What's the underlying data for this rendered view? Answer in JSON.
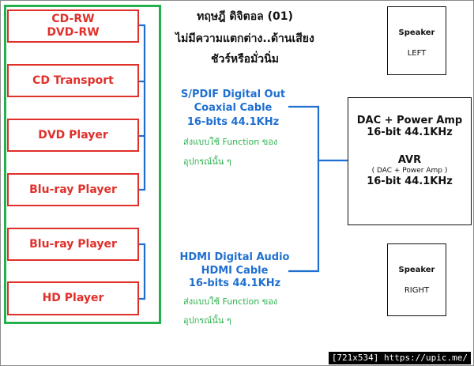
{
  "title": {
    "line1": "ทฤษฎี ดิจิตอล (01)",
    "line2": "ไม่มีความแตกต่าง..ด้านเสียง",
    "line3": "ชัวร์หรือมั่วนิ่ม"
  },
  "sources": [
    {
      "label": "CD-RW\nDVD-RW"
    },
    {
      "label": "CD Transport"
    },
    {
      "label": "DVD Player"
    },
    {
      "label": "Blu-ray Player"
    },
    {
      "label": "Blu-ray Player"
    },
    {
      "label": "HD Player"
    }
  ],
  "spdif": {
    "line1": "S/PDIF Digital Out",
    "line2": "Coaxial Cable",
    "line3": "16-bits 44.1KHz",
    "note1": "ส่งแบบใช้   Function ของ",
    "note2": "อุปกรณ์นั้น  ๆ"
  },
  "hdmi": {
    "line1": "HDMI Digital Audio",
    "line2": "HDMI Cable",
    "line3": "16-bits 44.1KHz",
    "note1": "ส่งแบบใช้   Function ของ",
    "note2": "อุปกรณ์นั้น  ๆ"
  },
  "speaker_left": {
    "label": "Speaker",
    "side": "LEFT"
  },
  "speaker_right": {
    "label": "Speaker",
    "side": "RIGHT"
  },
  "amp": {
    "dac_line1": "DAC + Power Amp",
    "dac_line2": "16-bit 44.1KHz",
    "avr_line1": "AVR",
    "avr_line2": "( DAC + Power Amp )",
    "avr_line3": "16-bit 44.1KHz"
  },
  "watermark": "[721x534] https://upic.me/",
  "colors": {
    "source_border": "#e0302a",
    "group_border": "#23b14d",
    "connector": "#1f6fd0",
    "note_text": "#2bb14d"
  }
}
